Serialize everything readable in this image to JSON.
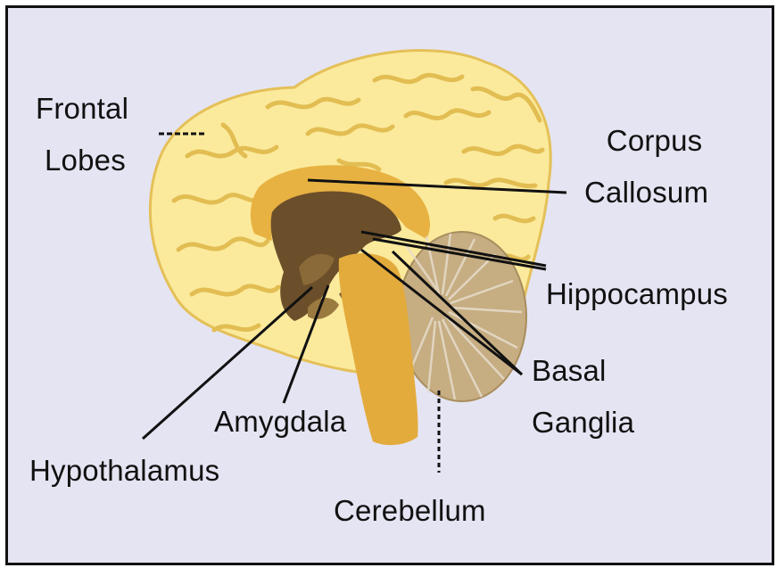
{
  "labels": {
    "frontal_lobes": [
      "Frontal",
      "Lobes"
    ],
    "corpus_callosum": [
      "Corpus",
      "Callosum"
    ],
    "hippocampus": "Hippocampus",
    "basal_ganglia": [
      "Basal",
      "Ganglia"
    ],
    "amygdala": "Amygdala",
    "hypothalamus": "Hypothalamus",
    "cerebellum": "Cerebellum"
  },
  "colors": {
    "background": "#e5e4f2",
    "cortex": "#fbea9c",
    "sulci": "#e4c058",
    "corpus_callosum": "#e8b242",
    "inner_brain": "#6b4f2a",
    "brainstem": "#e3ab3c",
    "cerebellum": "#c6ad82",
    "leader_lines": "#111111"
  }
}
